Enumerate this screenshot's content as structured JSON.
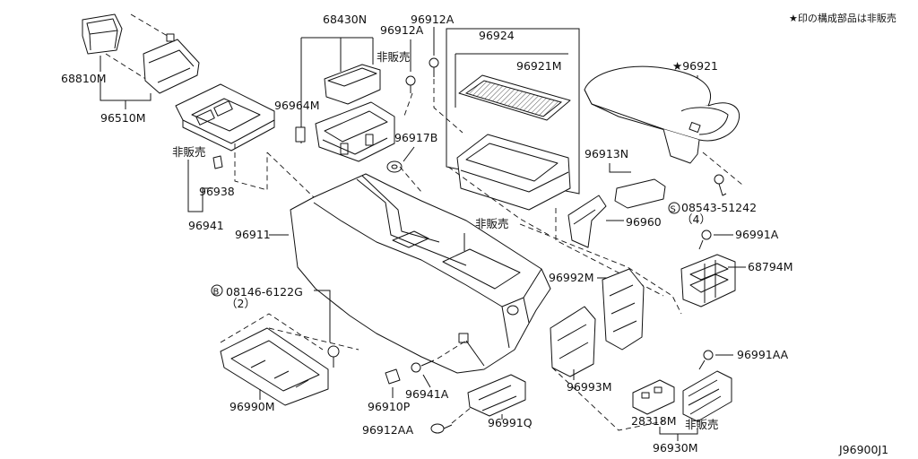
{
  "header": {
    "note": "★印の構成部品は非販売"
  },
  "footer": {
    "diagram_code": "J96900J1"
  },
  "parts": {
    "p68810M": "68810M",
    "p96510M": "96510M",
    "p68430N": "68430N",
    "p96912A_top": "96912A",
    "p96912A_mid": "96912A",
    "p96924": "96924",
    "p96921M": "96921M",
    "p96921_star": "★96921",
    "p96964M": "96964M",
    "p96917B": "96917B",
    "p96913N": "96913N",
    "p08543": "08543-51242",
    "p08543_qty": "（4）",
    "p96960": "96960",
    "p96991A": "96991A",
    "p68794M": "68794M",
    "p96938": "96938",
    "p96941": "96941",
    "p96911": "96911",
    "p96992M": "96992M",
    "p08146": "08146-6122G",
    "p08146_qty": "（2）",
    "p96993M": "96993M",
    "p96991AA": "96991AA",
    "p96990M": "96990M",
    "p96910P": "96910P",
    "p96941A": "96941A",
    "p96912AA": "96912AA",
    "p96991Q": "96991Q",
    "p28318M": "28318M",
    "p96930M": "96930M",
    "circle_s": "S",
    "circle_b": "B"
  },
  "notes": {
    "not_sold_1": "非販売",
    "not_sold_2": "非販売",
    "not_sold_3": "非販売",
    "not_sold_4": "非販売"
  }
}
